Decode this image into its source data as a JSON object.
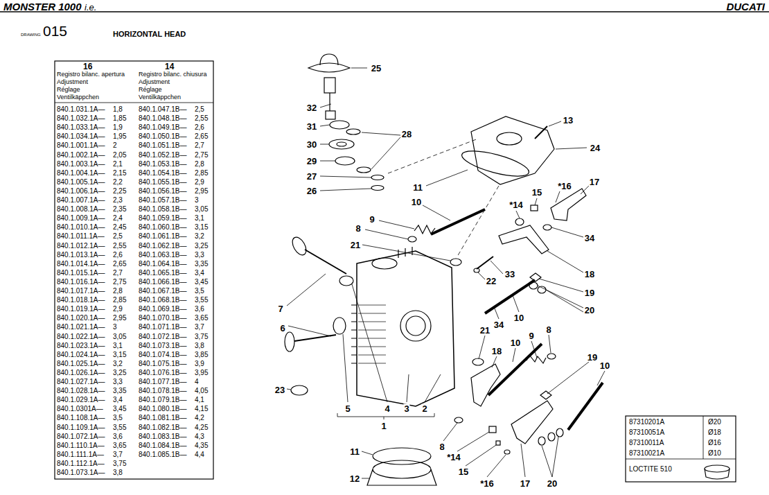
{
  "diagram": {
    "title": "HORIZONTAL HEAD",
    "labels": [
      "MONSTER 1000",
      "i.e.",
      "DUCATI",
      "DRAWING",
      "015",
      "16",
      "Registro bilanc. apertura",
      "Adjustment",
      "Réglage",
      "Ventilkäppchen",
      "14",
      "Registro bilanc. chiusura",
      "Adjustment",
      "Réglage",
      "Ventilkäppchen",
      "840.1.031.1A—",
      "1,8",
      "840.1.032.1A—",
      "1,85",
      "840.1.033.1A—",
      "1,9",
      "840.1.034.1A—",
      "1,95",
      "840.1.001.1A—",
      "2",
      "840.1.002.1A—",
      "2,05",
      "840.1.003.1A—",
      "2,1",
      "840.1.004.1A—",
      "2,15",
      "840.1.005.1A—",
      "2,2",
      "840.1.006.1A—",
      "2,25",
      "840.1.007.1A—",
      "2,3",
      "840.1.008.1A—",
      "2,35",
      "840.1.009.1A—",
      "2,4",
      "840.1.010.1A—",
      "2,45",
      "840.1.011.1A—",
      "2,5",
      "840.1.012.1A—",
      "2,55",
      "840.1.013.1A—",
      "2,6",
      "840.1.014.1A—",
      "2,65",
      "840.1.015.1A—",
      "2,7",
      "840.1.016.1A—",
      "2,75",
      "840.1.017.1A—",
      "2,8",
      "840.1.018.1A—",
      "2,85",
      "840.1.019.1A—",
      "2,9",
      "840.1.020.1A—",
      "2,95",
      "840.1.021.1A—",
      "3",
      "840.1.022.1A—",
      "3,05",
      "840.1.023.1A—",
      "3,1",
      "840.1.024.1A—",
      "3,15",
      "840.1.025.1A—",
      "3,2",
      "840.1.026.1A—",
      "3,25",
      "840.1.027.1A—",
      "3,3",
      "840.1.028.1A—",
      "3,35",
      "840.1.029.1A—",
      "3,4",
      "840.1.0301A—",
      "3,45",
      "840.1.108.1A—",
      "3,5",
      "840.1.109.1A—",
      "3,55",
      "840.1.072.1A—",
      "3,6",
      "840.1.110.1A—",
      "3,65",
      "840.1.111.1A—",
      "3,7",
      "840.1.112.1A—",
      "3,75",
      "840.1.073.1A—",
      "3,8",
      "840.1.047.1B—",
      "2,5",
      "840.1.048.1B—",
      "2,55",
      "840.1.049.1B—",
      "2,6",
      "840.1.050.1B—",
      "2,65",
      "840.1.051.1B—",
      "2,7",
      "840.1.052.1B—",
      "2,75",
      "840.1.053.1B—",
      "2,8",
      "840.1.054.1B—",
      "2,85",
      "840.1.055.1B—",
      "2,9",
      "840.1.056.1B—",
      "2,95",
      "840.1.057.1B—",
      "3",
      "840.1.058.1B—",
      "3,05",
      "840.1.059.1B—",
      "3,1",
      "840.1.060.1B—",
      "3,15",
      "840.1.061.1B—",
      "3,2",
      "840.1.062.1B—",
      "3,25",
      "840.1.063.1B—",
      "3,3",
      "840.1.064.1B—",
      "3,35",
      "840.1.065.1B—",
      "3,4",
      "840.1.066.1B—",
      "3,45",
      "840.1.067.1B—",
      "3,5",
      "840.1.068.1B—",
      "3,55",
      "840.1.069.1B—",
      "3,6",
      "840.1.070.1B—",
      "3,65",
      "840.1.071.1B—",
      "3,7",
      "840.1.072.1B—",
      "3,75",
      "840.1.073.1B—",
      "3,8",
      "840.1.074.1B—",
      "3,85",
      "840.1.075.1B—",
      "3,9",
      "840.1.076.1B—",
      "3,95",
      "840.1.077.1B—",
      "4",
      "840.1.078.1B—",
      "4,05",
      "840.1.079.1B—",
      "4,1",
      "840.1.080.1B—",
      "4,15",
      "840.1.081.1B—",
      "4,2",
      "840.1.082.1B—",
      "4,25",
      "840.1.083.1B—",
      "4,3",
      "840.1.084.1B—",
      "4,35",
      "840.1.085.1B—",
      "4,4",
      "25",
      "32",
      "31",
      "28",
      "30",
      "29",
      "27",
      "26",
      "13",
      "24",
      "11",
      "17",
      "*16",
      "15",
      "*14",
      "10",
      "9",
      "8",
      "34",
      "21",
      "18",
      "33",
      "22",
      "19",
      "20",
      "7",
      "34",
      "10",
      "6",
      "21",
      "18",
      "10",
      "9",
      "8",
      "19",
      "10",
      "23",
      "5",
      "4",
      "3",
      "2",
      "1",
      "8",
      "*14",
      "15",
      "*16",
      "17",
      "20",
      "11",
      "12",
      "87310201A",
      "Ø20",
      "87310051A",
      "Ø18",
      "87310011A",
      "Ø16",
      "87310021A",
      "Ø10",
      "LOCTITE 510"
    ]
  }
}
